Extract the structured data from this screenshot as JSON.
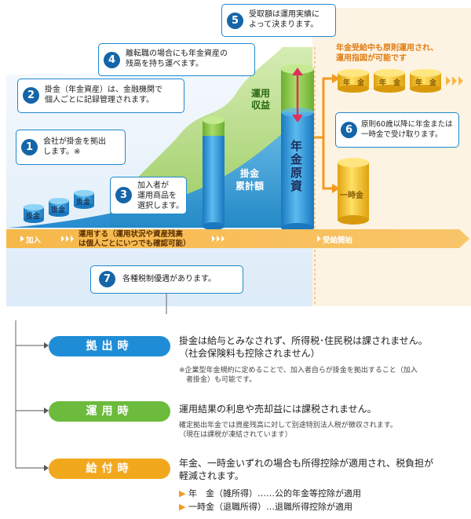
{
  "steps": [
    {
      "num": "1",
      "text": "会社が掛金を拠出\nします。※"
    },
    {
      "num": "2",
      "text": "掛金（年金資産）は、金融機関で\n個人ごとに記録管理されます。"
    },
    {
      "num": "3",
      "text": "加入者が\n運用商品を\n選択します。"
    },
    {
      "num": "4",
      "text": "離転職の場合にも年金資産の\n残高を持ち運べます。"
    },
    {
      "num": "5",
      "text": "受取額は運用実績に\nよって決まります。"
    },
    {
      "num": "6",
      "text": "原則60歳以降に年金または\n一時金で受け取ります。"
    },
    {
      "num": "7",
      "text": "各種税制優遇があります。"
    }
  ],
  "coins": {
    "contribution": "掛金",
    "annuity": "年　金"
  },
  "chart_labels": {
    "returns": "運用\n収益",
    "accumulated": "掛金\n累計額",
    "pension_principal": "年\n金\n原\n資",
    "lump_sum": "一時金"
  },
  "note_orange": "年金受給中も原則運用され、\n運用指図が可能です",
  "timeline": {
    "join": "加入",
    "operate": "運用する（運用状況や資産残高\nは個人ごとにいつでも確認可能）",
    "start": "受給開始"
  },
  "tax": [
    {
      "label": "拠出時",
      "color": "#1f8dd6",
      "main": "掛金は給与とみなされず、所得税･住民税は課されません。\n（社会保険料も控除されません）",
      "small": "※企業型年金規約に定めることで、加入者自らが掛金を拠出すること（加入\n　者掛金）も可能です。"
    },
    {
      "label": "運用時",
      "color": "#6cbb3c",
      "main": "運用結果の利息や売却益には課税されません。",
      "small": "確定拠出年金では資産残高に対して別途特別法人税が徴収されます。\n（現在は課税が凍結されています）"
    },
    {
      "label": "給付時",
      "color": "#f2a81d",
      "main": "年金、一時金いずれの場合も所得控除が適用され、税負担が\n軽減されます。",
      "bullets": [
        "年　金（雑所得）……公的年金等控除が適用",
        "一時金（退職所得）…退職所得控除が適用"
      ]
    }
  ],
  "colors": {
    "blue": "#1e88cf",
    "navy": "#1565a8",
    "green": "#8cc63f",
    "orange": "#f29a1f",
    "gold": "#f5c51b"
  }
}
